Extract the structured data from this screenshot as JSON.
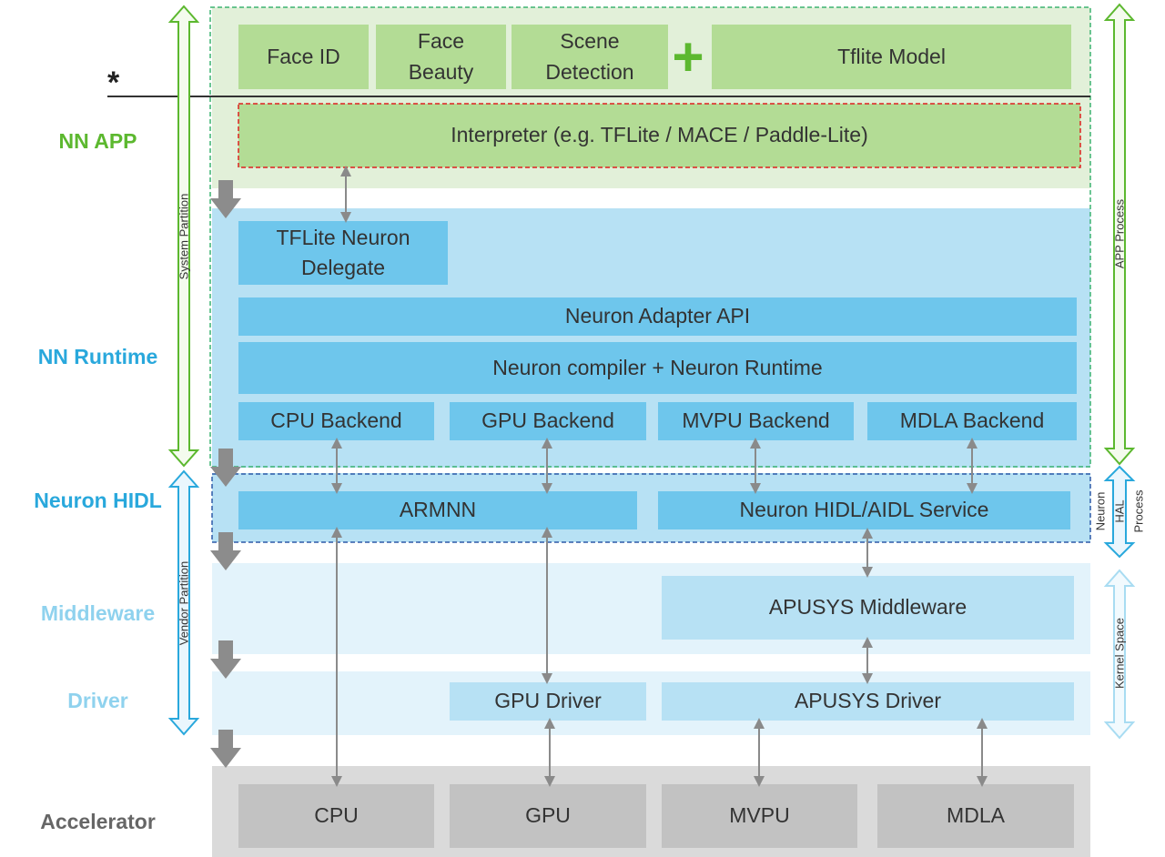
{
  "layers": {
    "nn_app": "NN APP",
    "nn_runtime": "NN Runtime",
    "neuron_hidl": "Neuron HIDL",
    "middleware": "Middleware",
    "driver": "Driver",
    "accelerator": "Accelerator"
  },
  "colors": {
    "nn_app": "#5cb82f",
    "nn_runtime": "#29a8dc",
    "neuron_hidl": "#29a8dc",
    "middleware": "#8fd2ee",
    "driver": "#8fd2ee",
    "accelerator": "#666666"
  },
  "marker": "*",
  "app": {
    "boxes": [
      "Face ID",
      "Face\nBeauty",
      "Scene\nDetection",
      "Tflite Model"
    ],
    "plus": "+",
    "interpreter": "Interpreter (e.g. TFLite / MACE / Paddle-Lite)"
  },
  "runtime": {
    "delegate": "TFLite Neuron\nDelegate",
    "adapter_api": "Neuron Adapter API",
    "compiler": "Neuron compiler + Neuron Runtime",
    "backends": [
      "CPU Backend",
      "GPU Backend",
      "MVPU Backend",
      "MDLA Backend"
    ]
  },
  "hidl": {
    "armnn": "ARMNN",
    "service": "Neuron HIDL/AIDL Service"
  },
  "middleware": {
    "apusys": "APUSYS Middleware"
  },
  "driver": {
    "gpu": "GPU Driver",
    "apusys": "APUSYS Driver"
  },
  "accelerator": {
    "units": [
      "CPU",
      "GPU",
      "MVPU",
      "MDLA"
    ]
  },
  "side_labels": {
    "system_partition": "System Partition",
    "vendor_partition": "Vendor Partition",
    "app_process": "APP Process",
    "neuron_hal_process_1": "Neuron",
    "neuron_hal_process_2": "HAL",
    "neuron_hal_process_3": "Process",
    "kernel_space": "Kernel Space"
  }
}
